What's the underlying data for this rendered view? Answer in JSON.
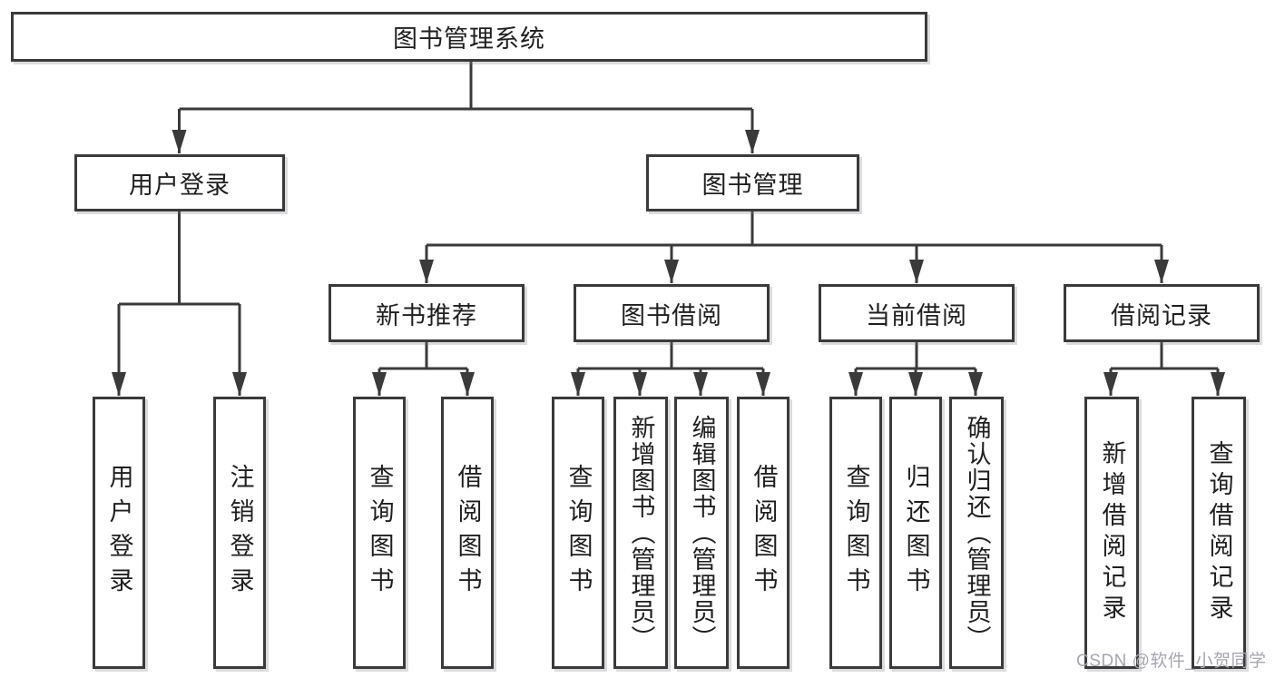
{
  "diagram": {
    "colors": {
      "line": "#3a3a3a",
      "node-border": "#3a3a3a",
      "node-text": "#1f1f1f",
      "background": "#ffffff",
      "watermark": "#a6a6ae"
    },
    "root": {
      "label": "图书管理系统"
    },
    "level2": [
      {
        "label": "用户登录"
      },
      {
        "label": "图书管理"
      }
    ],
    "level3": [
      {
        "label": "新书推荐"
      },
      {
        "label": "图书借阅"
      },
      {
        "label": "当前借阅"
      },
      {
        "label": "借阅记录"
      }
    ],
    "leaves": {
      "user_login": [
        "用户登录",
        "注销登录"
      ],
      "new_book_recommend": [
        "查询图书",
        "借阅图书"
      ],
      "book_borrow": [
        "查询图书",
        "新增图书（管理员）",
        "编辑图书（管理员）",
        "借阅图书"
      ],
      "current_borrow": [
        "查询图书",
        "归还图书",
        "确认归还（管理员）"
      ],
      "borrow_record": [
        "新增借阅记录",
        "查询借阅记录"
      ]
    },
    "watermark": "CSDN @软件_小贺同学"
  }
}
